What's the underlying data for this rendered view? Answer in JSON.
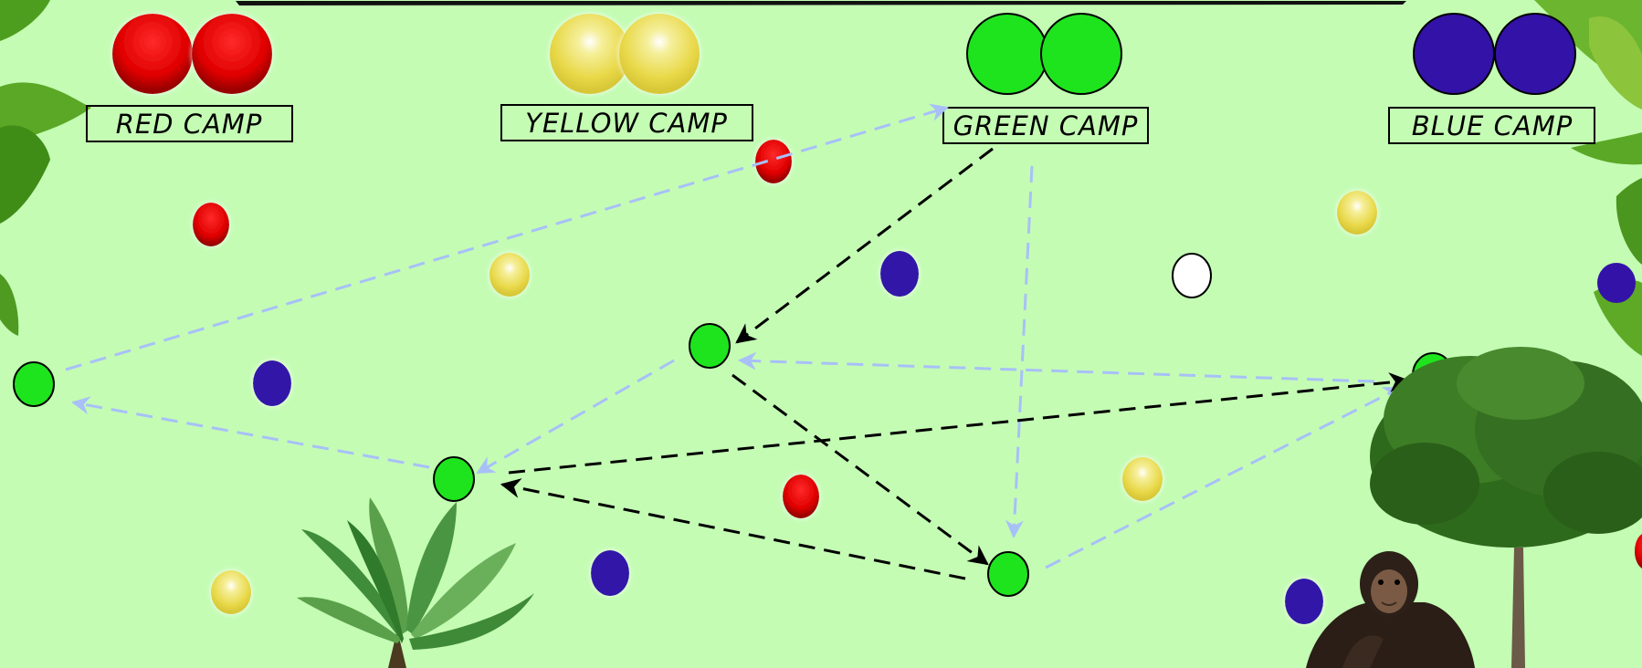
{
  "colors": {
    "background": "#c4fcb4",
    "red": "#e00000",
    "yellow": "#ecdc4a",
    "green": "#1ee41e",
    "blue": "#3312a8",
    "white": "#ffffff",
    "arrow_black": "#000000",
    "arrow_light": "#a8c0f8"
  },
  "camps": [
    {
      "id": "red",
      "label": "RED CAMP",
      "color": "red"
    },
    {
      "id": "yellow",
      "label": "YELLOW CAMP",
      "color": "yellow"
    },
    {
      "id": "green",
      "label": "GREEN CAMP",
      "color": "green"
    },
    {
      "id": "blue",
      "label": "BLUE CAMP",
      "color": "blue"
    }
  ],
  "tokens": [
    {
      "id": "red-1",
      "color": "red"
    },
    {
      "id": "red-2",
      "color": "red"
    },
    {
      "id": "red-3",
      "color": "red"
    },
    {
      "id": "red-4",
      "color": "red"
    },
    {
      "id": "yellow-1",
      "color": "yellow"
    },
    {
      "id": "yellow-2",
      "color": "yellow"
    },
    {
      "id": "yellow-3",
      "color": "yellow"
    },
    {
      "id": "yellow-4",
      "color": "yellow"
    },
    {
      "id": "blue-1",
      "color": "blue"
    },
    {
      "id": "blue-2",
      "color": "blue"
    },
    {
      "id": "blue-3",
      "color": "blue"
    },
    {
      "id": "blue-4",
      "color": "blue"
    },
    {
      "id": "blue-5",
      "color": "blue"
    },
    {
      "id": "white-1",
      "color": "white"
    },
    {
      "id": "green-a",
      "color": "green"
    },
    {
      "id": "green-b",
      "color": "green"
    },
    {
      "id": "green-c",
      "color": "green"
    },
    {
      "id": "green-d",
      "color": "green"
    },
    {
      "id": "green-e",
      "color": "green"
    }
  ],
  "arrows": [
    {
      "id": "black-camp-to-b",
      "style": "black",
      "from": "camp-green",
      "to": "green-b"
    },
    {
      "id": "black-b-to-e",
      "style": "black",
      "from": "green-b",
      "to": "green-e"
    },
    {
      "id": "black-e-to-c",
      "style": "black",
      "from": "green-e",
      "to": "green-c"
    },
    {
      "id": "black-c-to-d",
      "style": "black",
      "from": "green-c",
      "to": "green-d"
    },
    {
      "id": "light-a-to-camp",
      "style": "light",
      "from": "green-a",
      "to": "camp-green"
    },
    {
      "id": "light-camp-to-e",
      "style": "light",
      "from": "camp-green",
      "to": "green-e"
    },
    {
      "id": "light-e-to-d",
      "style": "light",
      "from": "green-e",
      "to": "green-d"
    },
    {
      "id": "light-d-to-b",
      "style": "light",
      "from": "green-d",
      "to": "green-b"
    },
    {
      "id": "light-b-to-c",
      "style": "light",
      "from": "green-b",
      "to": "green-c"
    },
    {
      "id": "light-c-to-a",
      "style": "light",
      "from": "green-c",
      "to": "green-a"
    }
  ],
  "decorations": [
    {
      "id": "leaves",
      "icon": "leaf-icon"
    },
    {
      "id": "banana-plant",
      "icon": "banana-plant-icon"
    },
    {
      "id": "tree",
      "icon": "tree-icon"
    },
    {
      "id": "chimpanzee",
      "icon": "chimpanzee-icon"
    }
  ]
}
